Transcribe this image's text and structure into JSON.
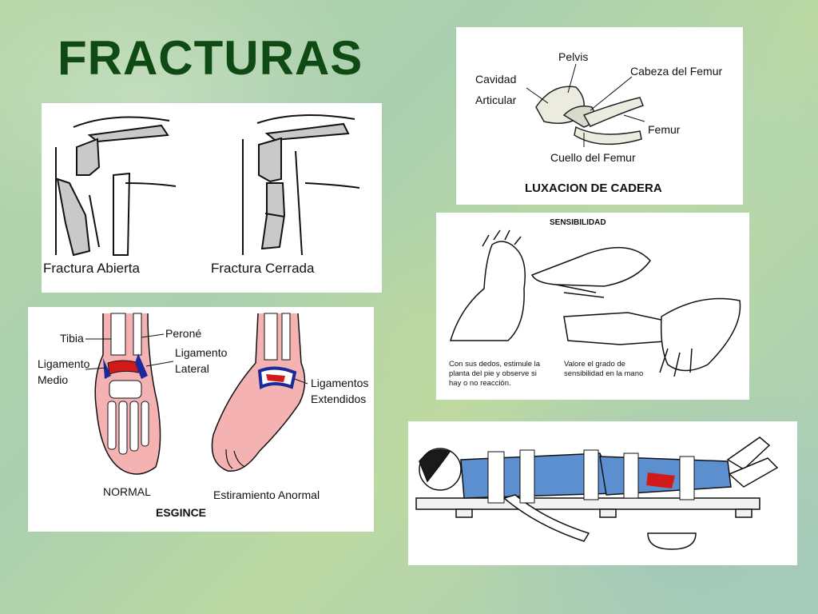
{
  "slide": {
    "title": "FRACTURAS"
  },
  "fracturas_panel": {
    "label_abierta": "Fractura Abierta",
    "label_cerrada": "Fractura Cerrada"
  },
  "cadera_panel": {
    "label_pelvis": "Pelvis",
    "label_cavidad": "Cavidad",
    "label_articular": "Articular",
    "label_cabeza": "Cabeza del Femur",
    "label_femur": "Femur",
    "label_cuello": "Cuello del Femur",
    "caption": "LUXACION DE CADERA"
  },
  "sensibilidad_panel": {
    "heading": "SENSIBILIDAD",
    "left_text": [
      "Con sus dedos, estimule la",
      "planta del pie y observe si",
      "hay o no reacción."
    ],
    "right_text": [
      "Valore el grado de",
      "sensibilidad en la mano"
    ]
  },
  "esguince_panel": {
    "label_tibia": "Tibia",
    "label_perone": "Peroné",
    "label_lig_medio_1": "Ligamento",
    "label_lig_medio_2": "Medio",
    "label_lig_lateral_1": "Ligamento",
    "label_lig_lateral_2": "Lateral",
    "label_lig_ext_1": "Ligamentos",
    "label_lig_ext_2": "Extendidos",
    "label_normal": "NORMAL",
    "label_estiramiento": "Estiramiento Anormal",
    "caption": "ESGINCE"
  },
  "colors": {
    "title": "#0f4a14",
    "bone": "#c9c9c9",
    "skin": "#f4b2b2",
    "ligament": "#1a2a9a",
    "injury": "#d21a1a",
    "clothing": "#5b8fd0"
  }
}
